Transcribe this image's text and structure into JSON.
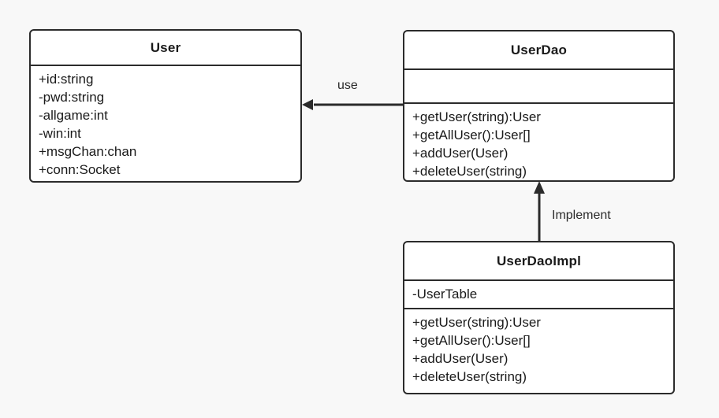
{
  "diagram": {
    "type": "uml-class-diagram",
    "background_color": "#f8f8f8",
    "line_color": "#2b2b2b",
    "box_fill": "#ffffff",
    "classes": [
      {
        "id": "user",
        "name": "User",
        "attributes": [
          "+id:string",
          "-pwd:string",
          "-allgame:int",
          "-win:int",
          "+msgChan:chan",
          "+conn:Socket"
        ],
        "methods": []
      },
      {
        "id": "userdao",
        "name": "UserDao",
        "attributes": [],
        "methods": [
          "+getUser(string):User",
          "+getAllUser():User[]",
          "+addUser(User)",
          "+deleteUser(string)"
        ]
      },
      {
        "id": "userdaoimpl",
        "name": "UserDaoImpl",
        "attributes": [
          "-UserTable"
        ],
        "methods": [
          "+getUser(string):User",
          "+getAllUser():User[]",
          "+addUser(User)",
          "+deleteUser(string)"
        ]
      }
    ],
    "relationships": [
      {
        "id": "use",
        "label": "use",
        "from": "UserDao",
        "to": "User",
        "style": "solid",
        "arrowhead": "filled-triangle",
        "direction": "left"
      },
      {
        "id": "implement",
        "label": "Implement",
        "from": "UserDaoImpl",
        "to": "UserDao",
        "style": "solid",
        "arrowhead": "filled-triangle",
        "direction": "up"
      }
    ]
  }
}
